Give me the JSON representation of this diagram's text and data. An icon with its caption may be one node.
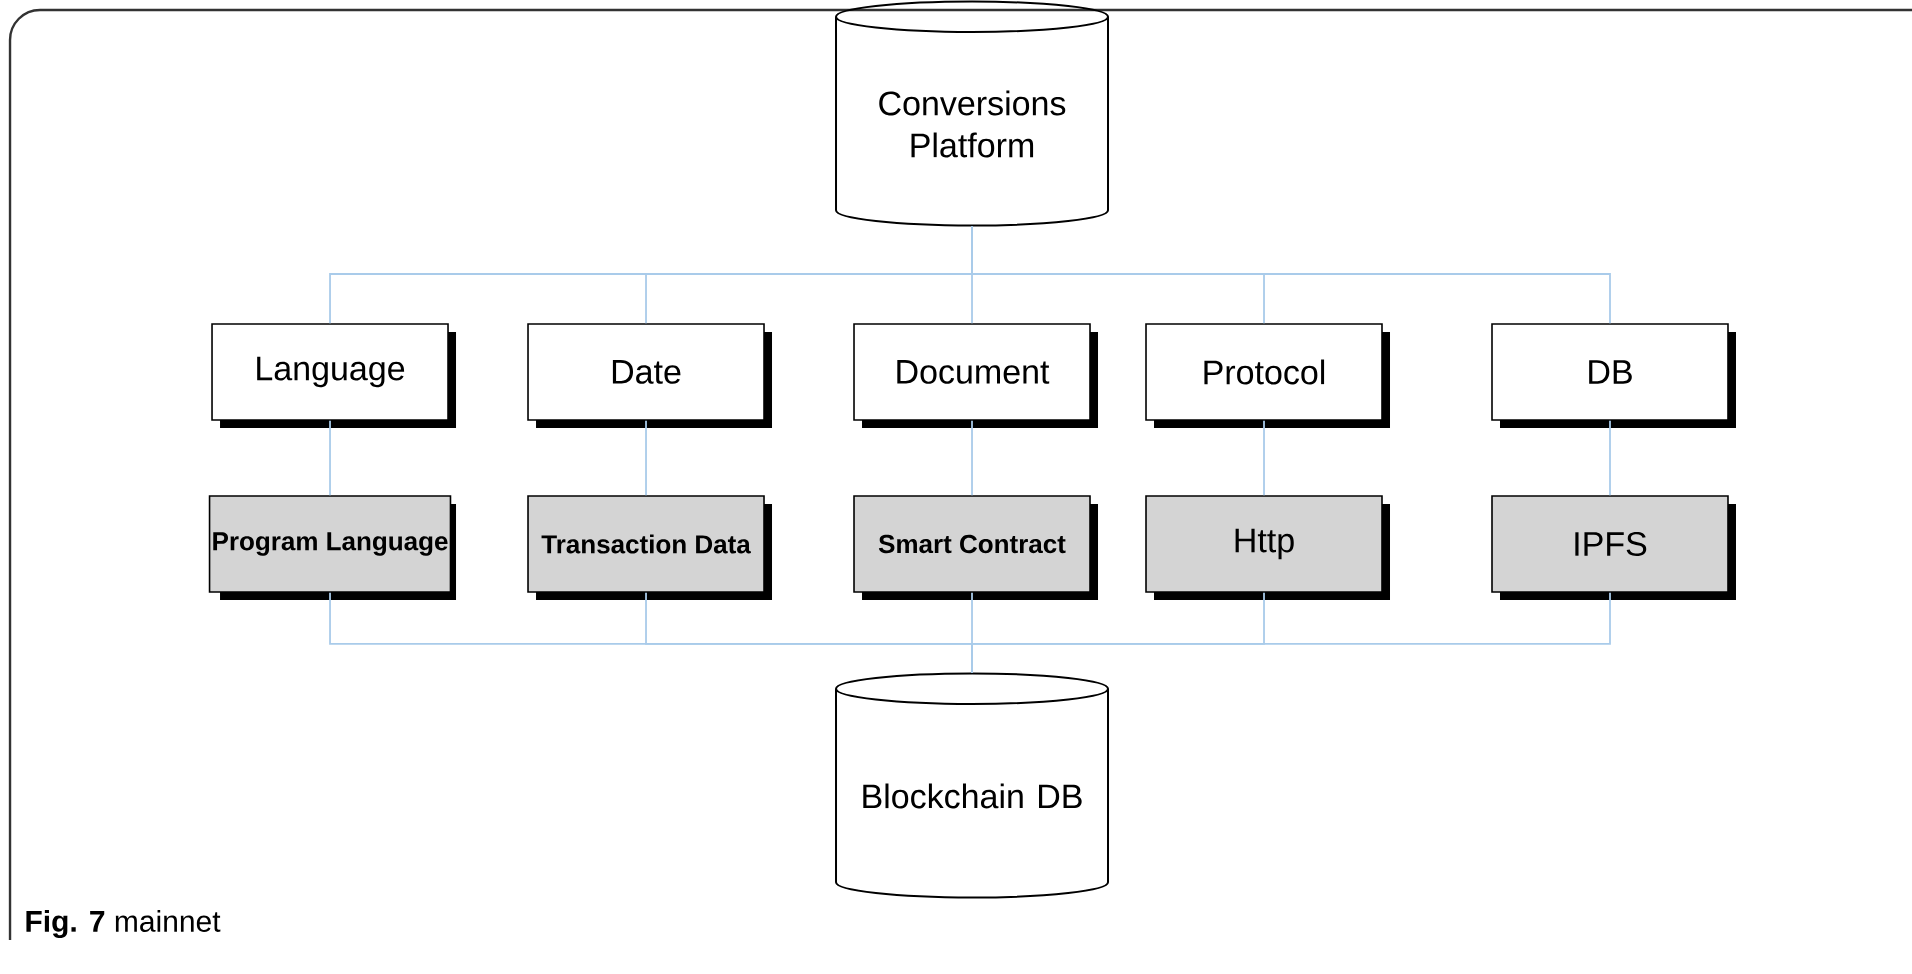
{
  "diagram": {
    "caption": "**Fig. 7** mainnet",
    "nodes": [
      {
        "text": [
          "Conversions Platform"
        ]
      },
      {
        "text": [
          "Language"
        ]
      },
      {
        "text": [
          "Date"
        ]
      },
      {
        "text": [
          "Document"
        ]
      },
      {
        "text": [
          "Protocol"
        ]
      },
      {
        "text": [
          "DB"
        ]
      },
      {
        "text": [
          "Program Language"
        ]
      },
      {
        "text": [
          "Transaction Data"
        ]
      },
      {
        "text": [
          "Smart Contract"
        ]
      },
      {
        "text": [
          "Http"
        ]
      },
      {
        "text": [
          "IPFS"
        ]
      },
      {
        "text": [
          "Blockchain DB"
        ]
      }
    ],
    "edges": [
      {
        "from": 0,
        "to": 1,
        "arrow": "none"
      },
      {
        "from": 0,
        "to": 2,
        "arrow": "none"
      },
      {
        "from": 0,
        "to": 3,
        "arrow": "none"
      },
      {
        "from": 0,
        "to": 4,
        "arrow": "none"
      },
      {
        "from": 0,
        "to": 5,
        "arrow": "none"
      },
      {
        "from": 1,
        "to": 6,
        "arrow": "none"
      },
      {
        "from": 2,
        "to": 7,
        "arrow": "none"
      },
      {
        "from": 3,
        "to": 8,
        "arrow": "none"
      },
      {
        "from": 4,
        "to": 9,
        "arrow": "none"
      },
      {
        "from": 5,
        "to": 10,
        "arrow": "none"
      },
      {
        "from": 6,
        "to": 11,
        "arrow": "none"
      },
      {
        "from": 7,
        "to": 11,
        "arrow": "none"
      },
      {
        "from": 8,
        "to": 11,
        "arrow": "none"
      },
      {
        "from": 9,
        "to": 11,
        "arrow": "none"
      },
      {
        "from": 10,
        "to": 11,
        "arrow": "none"
      }
    ]
  }
}
